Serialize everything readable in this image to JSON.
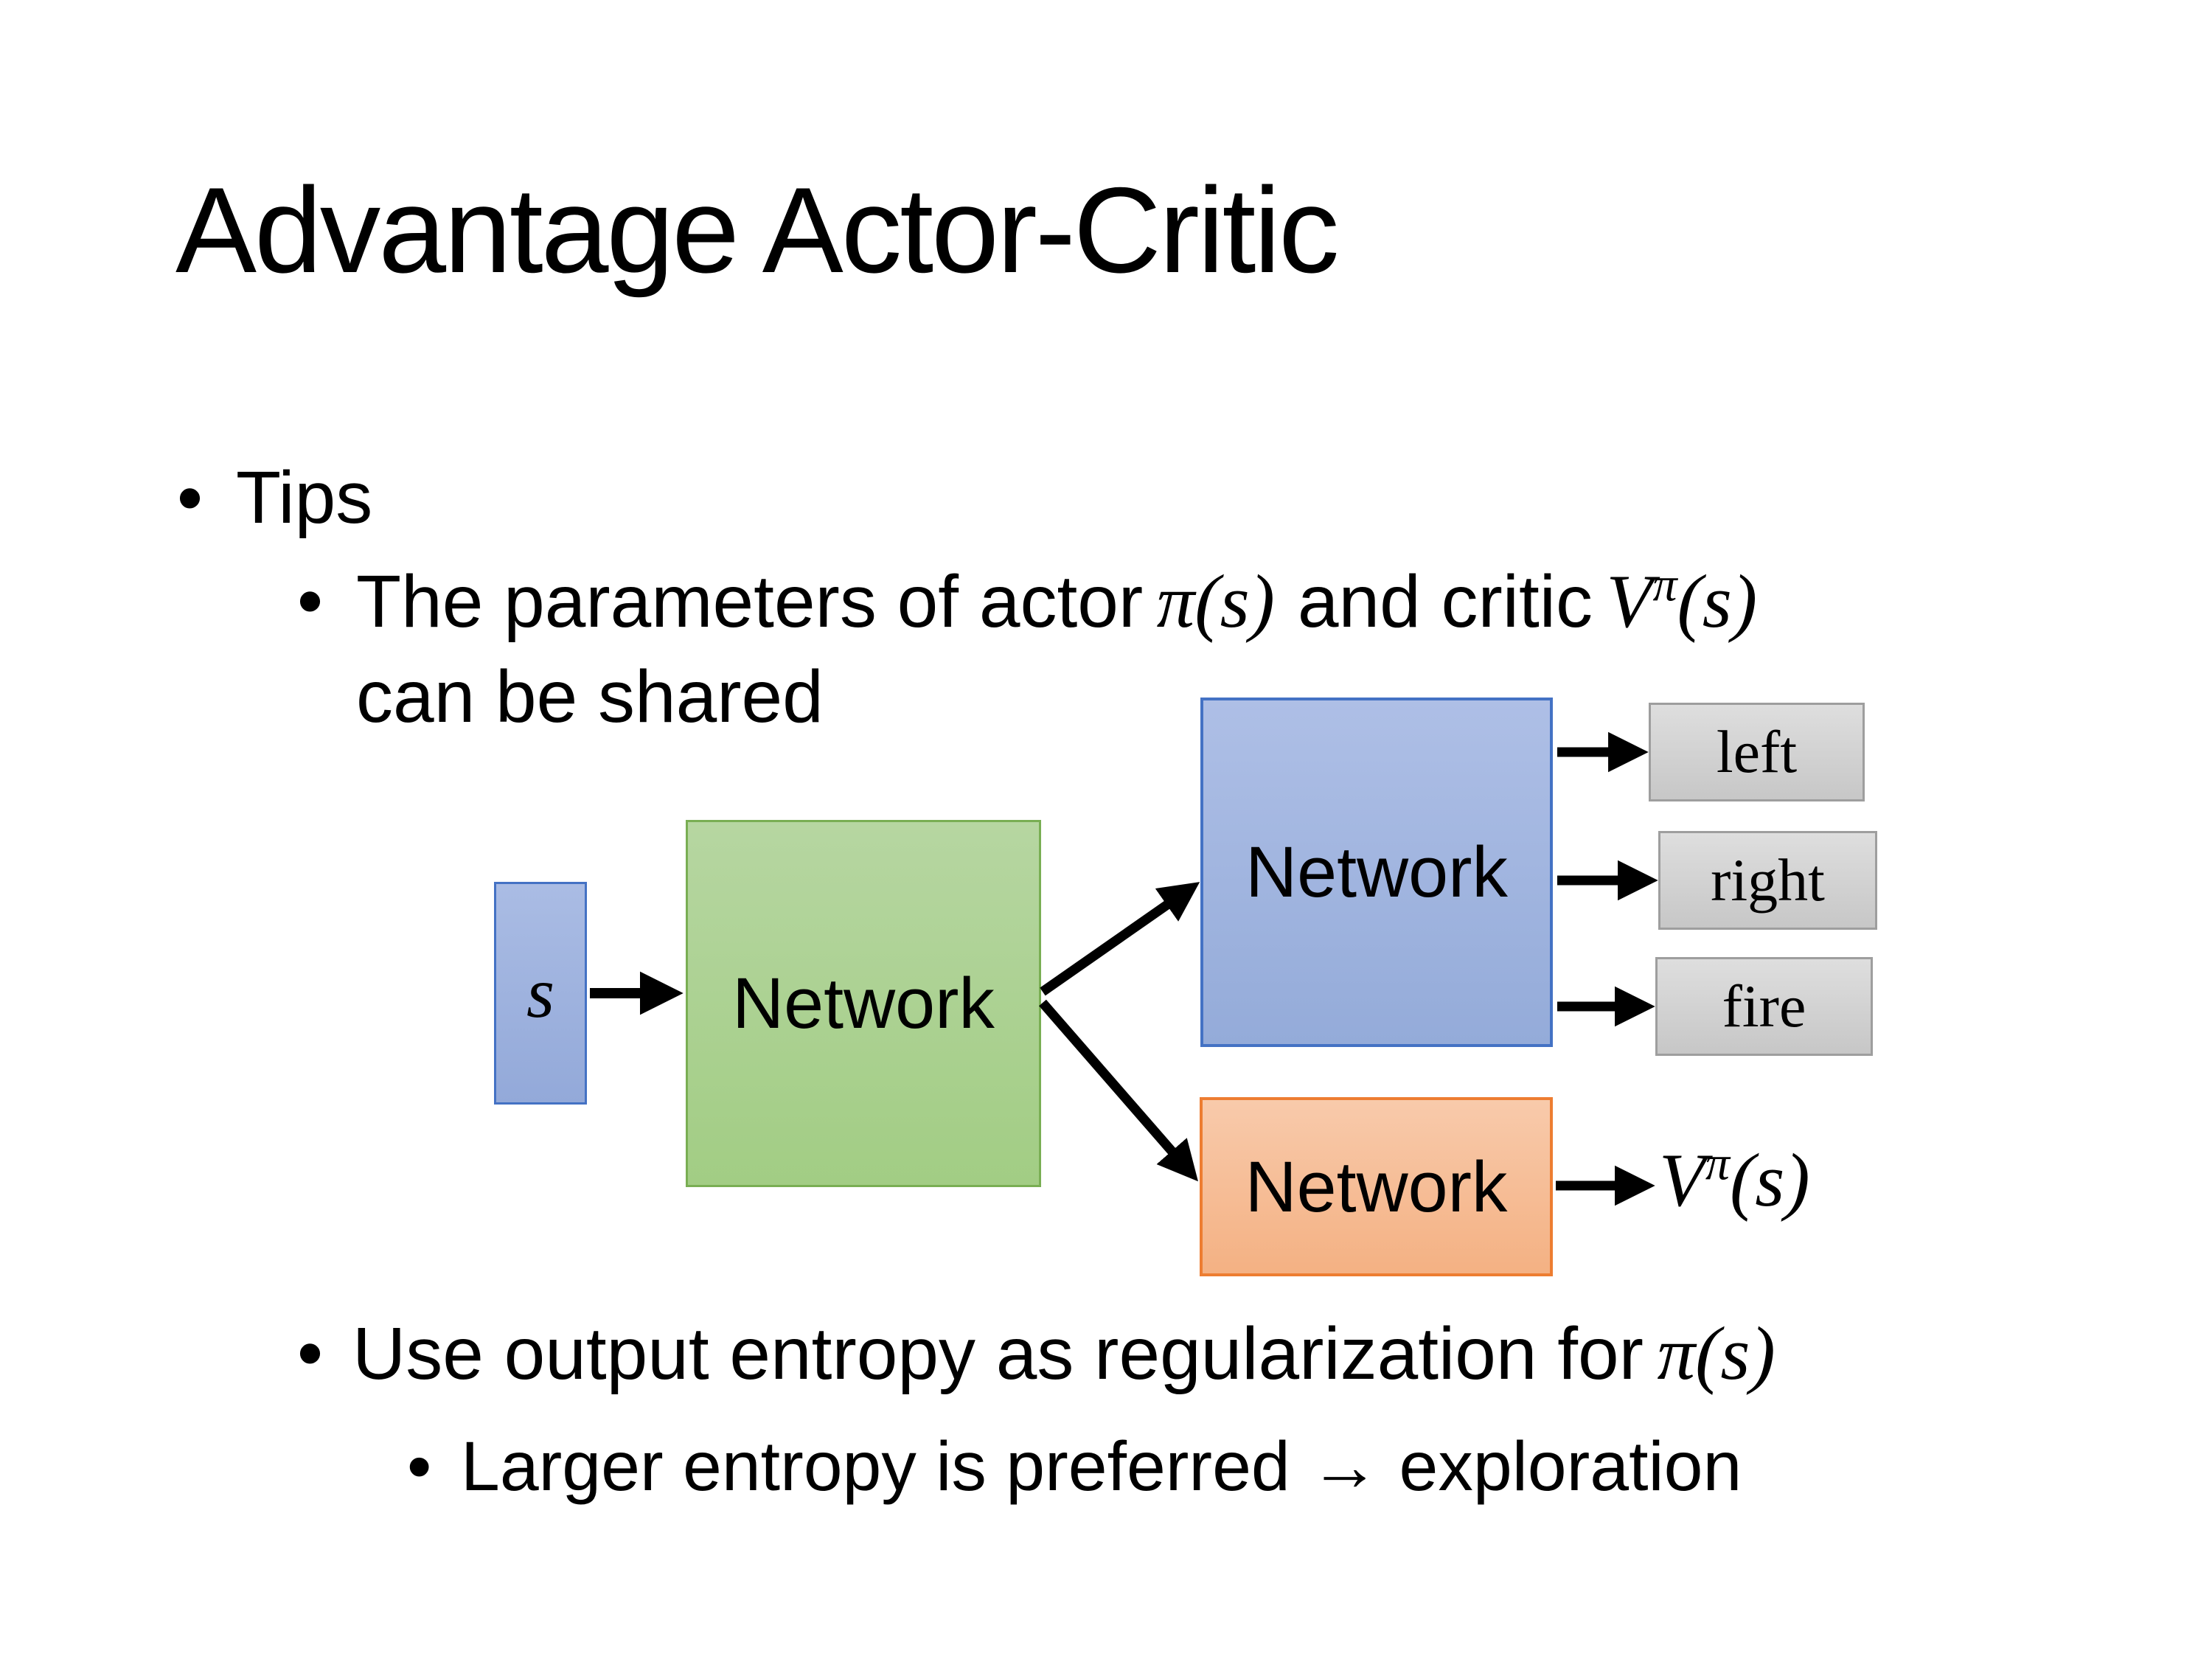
{
  "slide_title": "Advantage Actor-Critic",
  "bullet_char": "•",
  "bullets": {
    "tips": "Tips",
    "param_pre": "The parameters of actor",
    "param_pi": "π(s)",
    "param_mid": "and critic",
    "critic_v": "V",
    "critic_v_sup": "π",
    "critic_v_args": "(s)",
    "param_line2": "can be shared",
    "entropy_pre": "Use output entropy as regularization for",
    "entropy_pi": "π(s)",
    "larger": "Larger entropy is preferred → exploration"
  },
  "diagram": {
    "state_label": "s",
    "shared_network_label": "Network",
    "actor_network_label": "Network",
    "critic_network_label": "Network",
    "actions": [
      "left",
      "right",
      "fire"
    ],
    "critic_output": {
      "v": "V",
      "sup": "π",
      "args": "(s)"
    }
  },
  "colors": {
    "background": "#ffffff",
    "text": "#000000",
    "state_box_fill": "#9fb3de",
    "state_box_border": "#4472c4",
    "shared_box_fill": "#a9d18e",
    "shared_box_border": "#79ae53",
    "actor_box_fill": "#9fb3de",
    "actor_box_border": "#4472c4",
    "critic_box_fill": "#f4b183",
    "critic_box_border": "#ed7d31",
    "action_box_fill": "#d2d2d2",
    "action_box_border": "#9e9e9e",
    "arrow": "#000000"
  }
}
